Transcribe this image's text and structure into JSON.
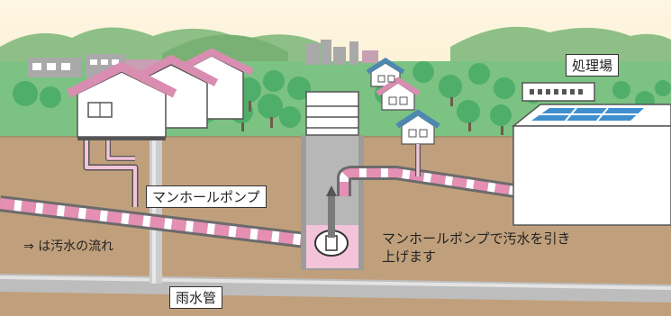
{
  "labels": {
    "treatment_plant": "処理場",
    "manhole_pump": "マンホールポンプ",
    "flow_legend_arrow": "⇒",
    "flow_legend_text": "は汚水の流れ",
    "description_line1": "マンホールポンプで汚水を引き",
    "description_line2": "上げます",
    "storm_pipe": "雨水管"
  },
  "colors": {
    "sky": "#fdf4dc",
    "soil": "#c0a07c",
    "sewage_pipe": "#e58fb5",
    "storm_pipe": "#cdcdcd",
    "tree": "#4fae6a"
  }
}
